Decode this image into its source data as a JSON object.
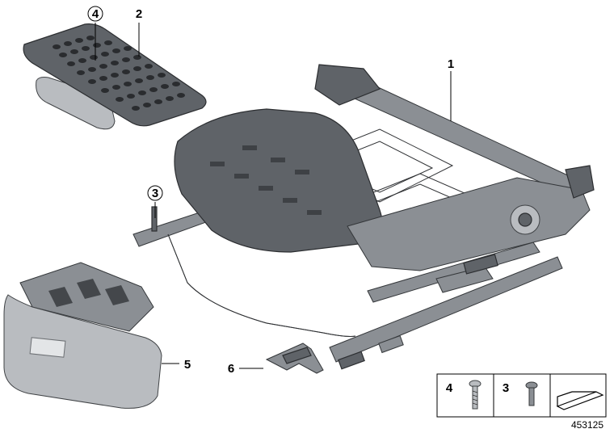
{
  "callouts": {
    "c1": "1",
    "c2": "2",
    "c3": "3",
    "c4": "4",
    "c5": "5",
    "c6": "6"
  },
  "legend": {
    "item_a": "4",
    "item_b": "3"
  },
  "reference_number": "453125",
  "colors": {
    "part_dark": "#5f6368",
    "part_mid": "#8b8f94",
    "part_light": "#b9bcc0"
  }
}
